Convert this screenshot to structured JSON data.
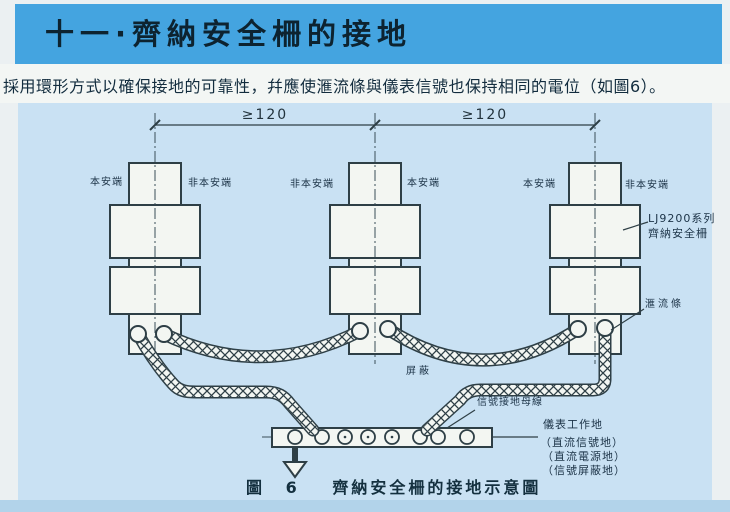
{
  "page": {
    "title": "十一·齊納安全柵的接地",
    "intro": "採用環形方式以確保接地的可靠性，幷應使滙流條與儀表信號也保持相同的電位（如圖6）。"
  },
  "diagram": {
    "dimension_left": "≥120",
    "dimension_right": "≥120",
    "unit1_left_label": "本安端",
    "unit1_right_label": "非本安端",
    "unit2_left_label": "非本安端",
    "unit2_right_label": "本安端",
    "unit3_left_label": "本安端",
    "unit3_right_label": "非本安端",
    "series_line1": "LJ9200系列",
    "series_line2": "齊納安全柵",
    "bus_strap_label": "滙流條",
    "shield_label": "屏蔽",
    "signal_ground_bus_label": "信號接地母線",
    "instrument_ground_label": "儀表工作地",
    "ground_note_1": "（直流信號地）",
    "ground_note_2": "（直流電源地）",
    "ground_note_3": "（信號屏蔽地）",
    "caption_prefix": "圖",
    "caption_number": "6",
    "caption_title": "齊納安全柵的接地示意圖"
  },
  "colors": {
    "title_bar": "#44a4e0",
    "panel_background": "#c9e1f3",
    "diagram_line": "#2e3f46",
    "text": "#13293b"
  }
}
